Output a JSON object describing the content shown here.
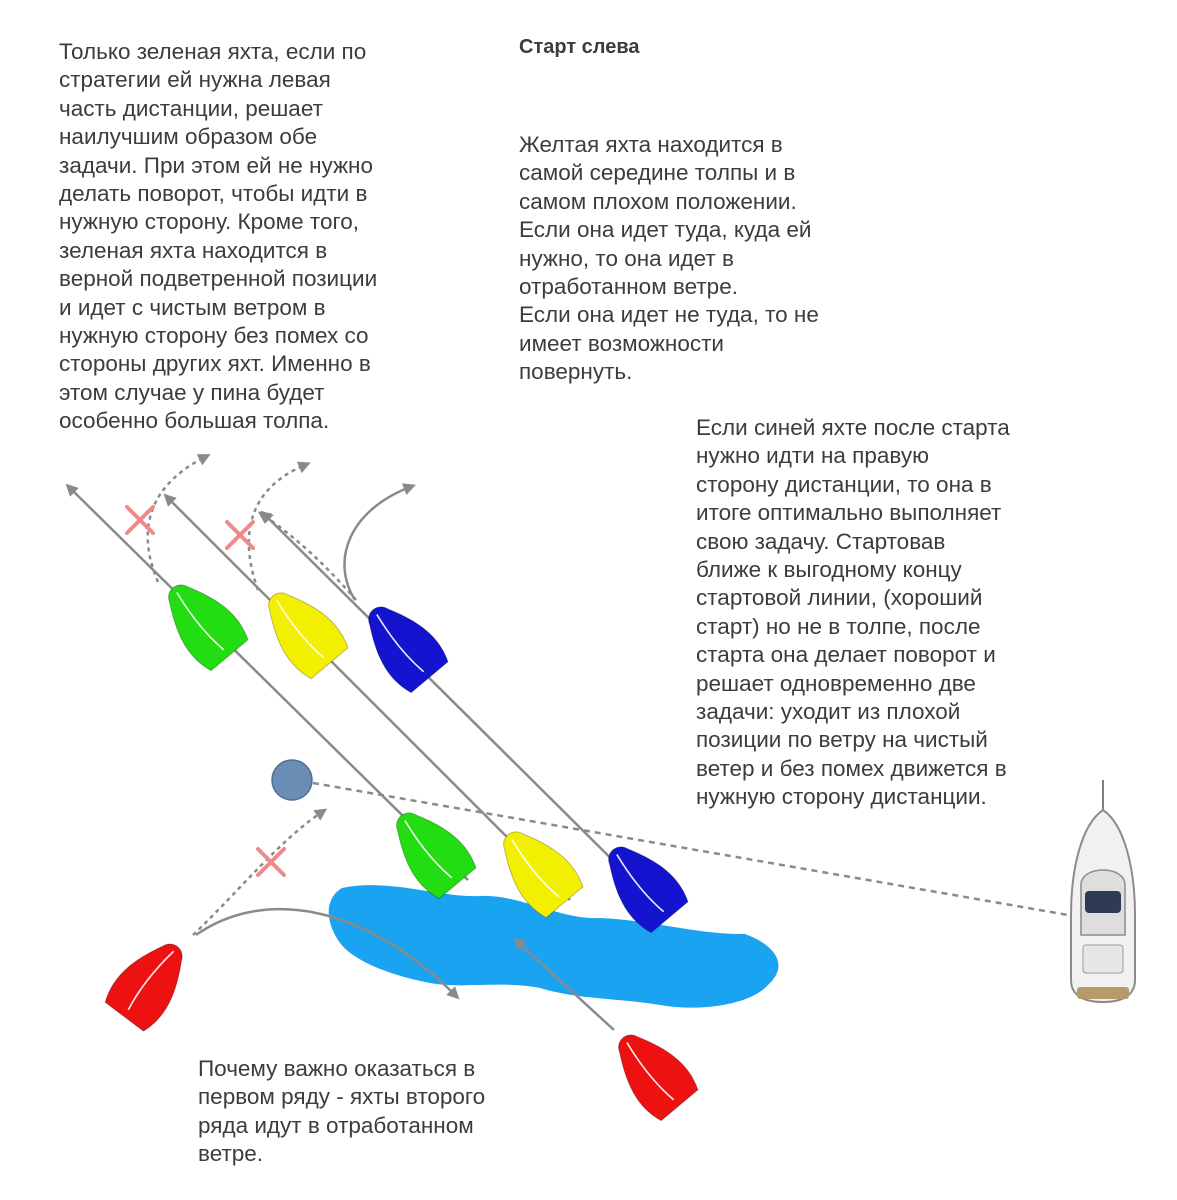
{
  "title": "Старт слева",
  "texts": {
    "green": "Только зеленая яхта, если по\nстратегии ей нужна левая\nчасть дистанции,  решает\nнаилучшим образом обе\nзадачи. При этом ей не нужно\nделать поворот, чтобы идти в\nнужную сторону. Кроме того,\nзеленая яхта находится в\nверной подветренной позиции\nи идет с чистым ветром в\nнужную сторону без помех со\nстороны других яхт. Именно в\nэтом случае у пина будет\nособенно большая толпа.",
    "yellow": "Желтая яхта находится в\nсамой середине толпы и в\nсамом плохом положении.\nЕсли она идет туда, куда ей\nнужно, то она идет в\nотработанном ветре.\nЕсли она идет не туда, то не\nимеет возможности\nповернуть.",
    "blue": "Если синей яхте после старта\nнужно идти на правую\nсторону дистанции, то она в\nитоге оптимально выполняет\nсвою задачу. Стартовав\nближе к выгодному концу\nстартовой линии, (хороший\nстарт) но не в толпе, после\nстарта она делает поворот и\nрешает одновременно две\nзадачи: уходит из плохой\nпозиции по ветру на чистый\nветер и без помех движется в\nнужную сторону дистанции.",
    "red": "Почему важно оказаться в\nпервом ряду - яхты второго\nряда идут в отработанном\nветре."
  },
  "colors": {
    "green": "#22dd11",
    "yellow": "#f2f000",
    "blue": "#1414d0",
    "red": "#ee1111",
    "pin": "#6a8db5",
    "water": "#1aa3f0",
    "cross": "#f08a8a",
    "line": "#8a8a8a"
  }
}
